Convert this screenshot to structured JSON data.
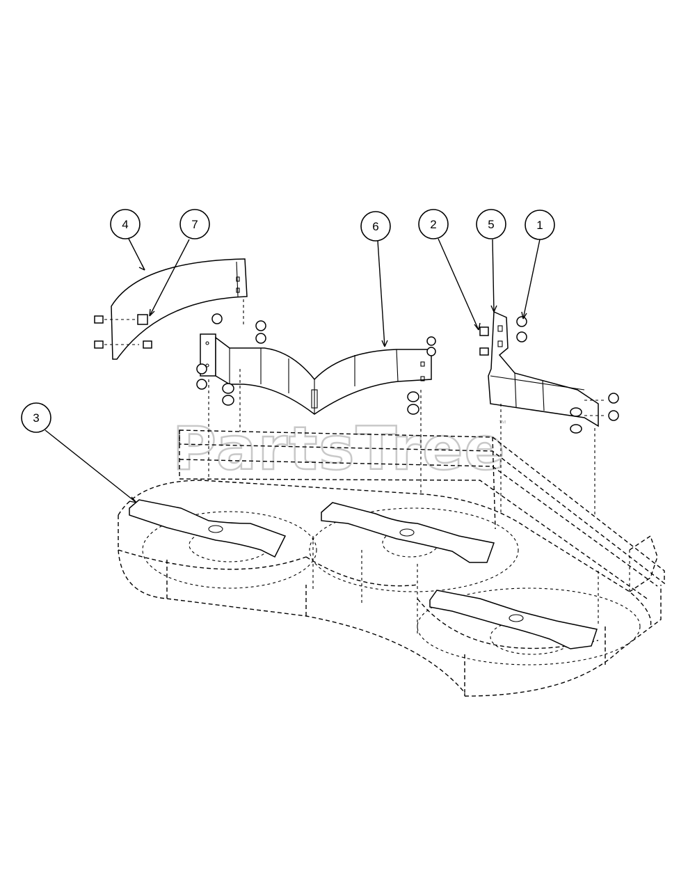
{
  "diagram": {
    "callouts": [
      {
        "id": "4",
        "label": "4"
      },
      {
        "id": "7",
        "label": "7"
      },
      {
        "id": "6",
        "label": "6"
      },
      {
        "id": "2",
        "label": "2"
      },
      {
        "id": "5",
        "label": "5"
      },
      {
        "id": "1",
        "label": "1"
      },
      {
        "id": "3",
        "label": "3"
      }
    ],
    "watermark": {
      "text": "PartsTree",
      "trademark": "™"
    }
  }
}
